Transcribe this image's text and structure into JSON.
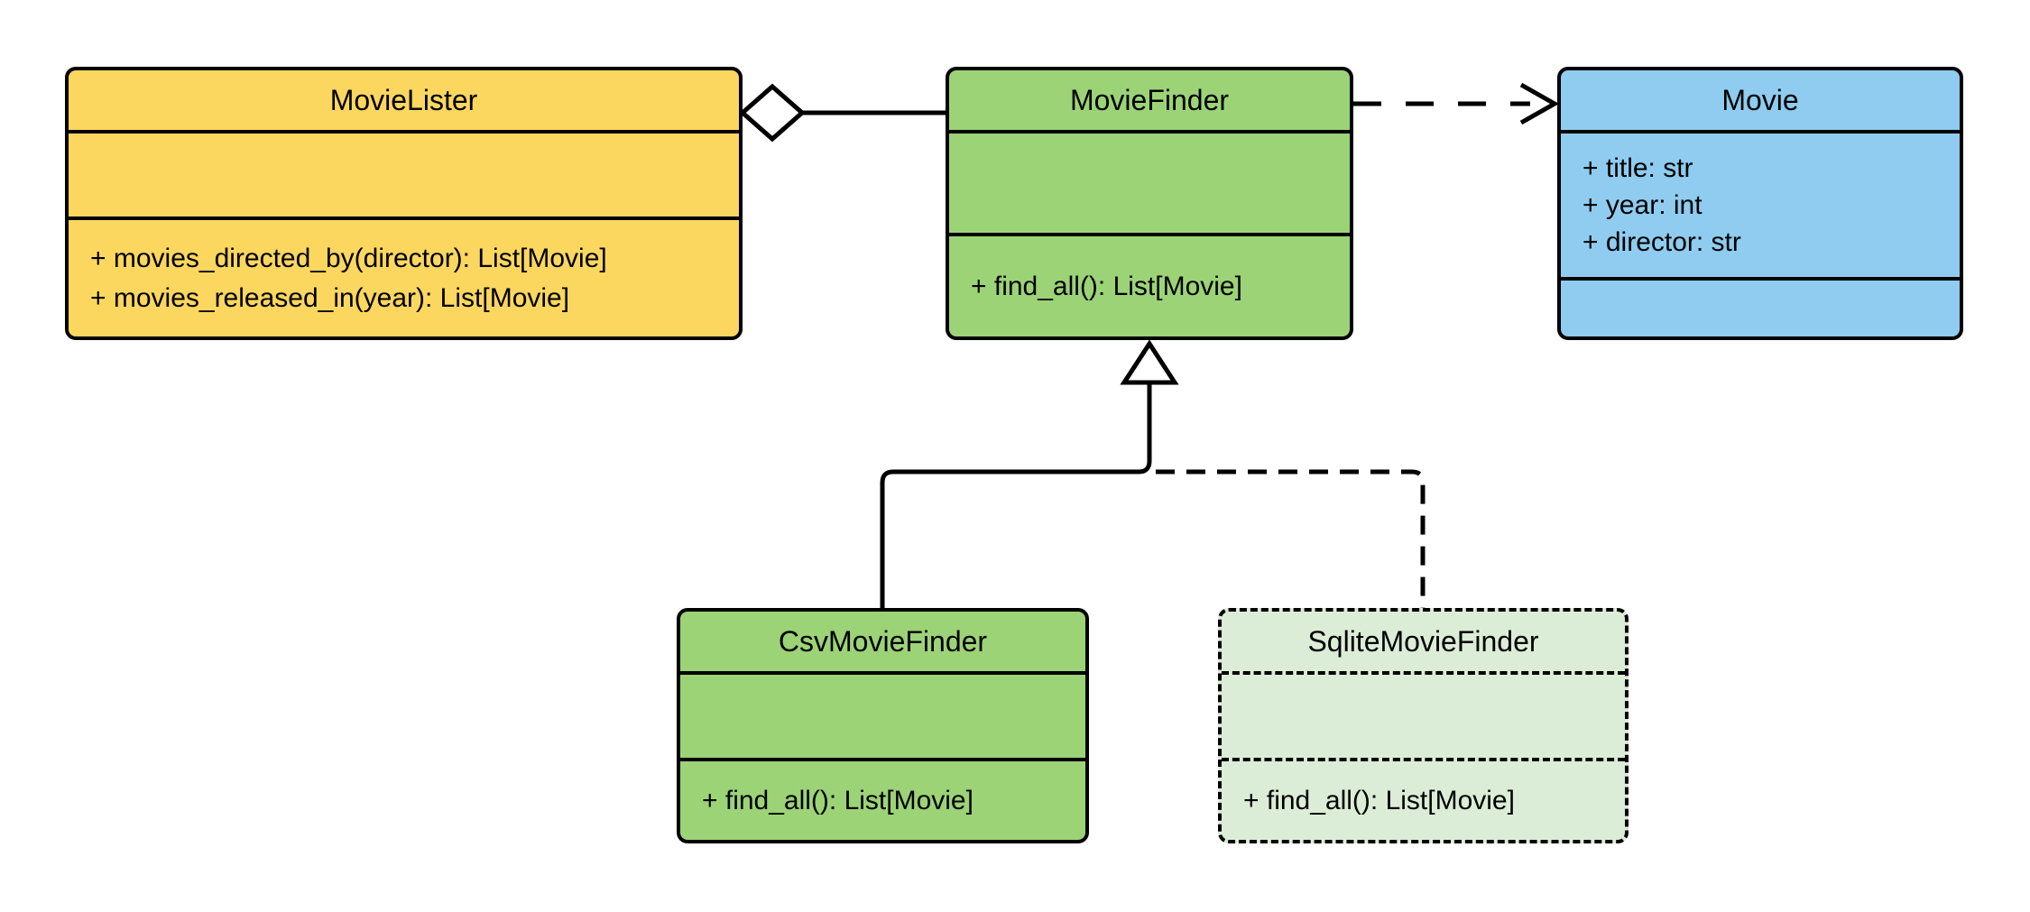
{
  "diagram": {
    "kind": "uml-class-diagram",
    "background_color": "#ffffff",
    "line_color": "#000000",
    "text_color": "#000000",
    "classes": [
      {
        "name": "MovieLister",
        "fill": "#FCD75F",
        "border_style": "solid",
        "attributes": [],
        "methods": [
          "+ movies_directed_by(director): List[Movie]",
          "+ movies_released_in(year): List[Movie]"
        ]
      },
      {
        "name": "MovieFinder",
        "fill": "#9CD377",
        "border_style": "solid",
        "attributes": [],
        "methods": [
          "+ find_all(): List[Movie]"
        ]
      },
      {
        "name": "Movie",
        "fill": "#8FCCF0",
        "border_style": "solid",
        "attributes": [
          "+ title: str",
          "+ year: int",
          "+ director: str"
        ],
        "methods": []
      },
      {
        "name": "CsvMovieFinder",
        "fill": "#9CD377",
        "border_style": "solid",
        "attributes": [],
        "methods": [
          "+ find_all(): List[Movie]"
        ]
      },
      {
        "name": "SqliteMovieFinder",
        "fill": "#DBEDD6",
        "border_style": "dashed",
        "attributes": [],
        "methods": [
          "+ find_all(): List[Movie]"
        ]
      }
    ],
    "relationships": [
      {
        "type": "aggregation",
        "from": "MovieLister",
        "to": "MovieFinder",
        "line_style": "solid",
        "marker": "hollow-diamond",
        "marker_at": "MovieLister"
      },
      {
        "type": "dependency",
        "from": "MovieFinder",
        "to": "Movie",
        "line_style": "dashed",
        "marker": "open-arrow",
        "marker_at": "Movie"
      },
      {
        "type": "generalization",
        "from": "CsvMovieFinder",
        "to": "MovieFinder",
        "line_style": "solid",
        "marker": "hollow-triangle",
        "marker_at": "MovieFinder"
      },
      {
        "type": "realization",
        "from": "SqliteMovieFinder",
        "to": "MovieFinder",
        "line_style": "dashed",
        "marker": "hollow-triangle",
        "marker_at": "MovieFinder"
      }
    ]
  }
}
